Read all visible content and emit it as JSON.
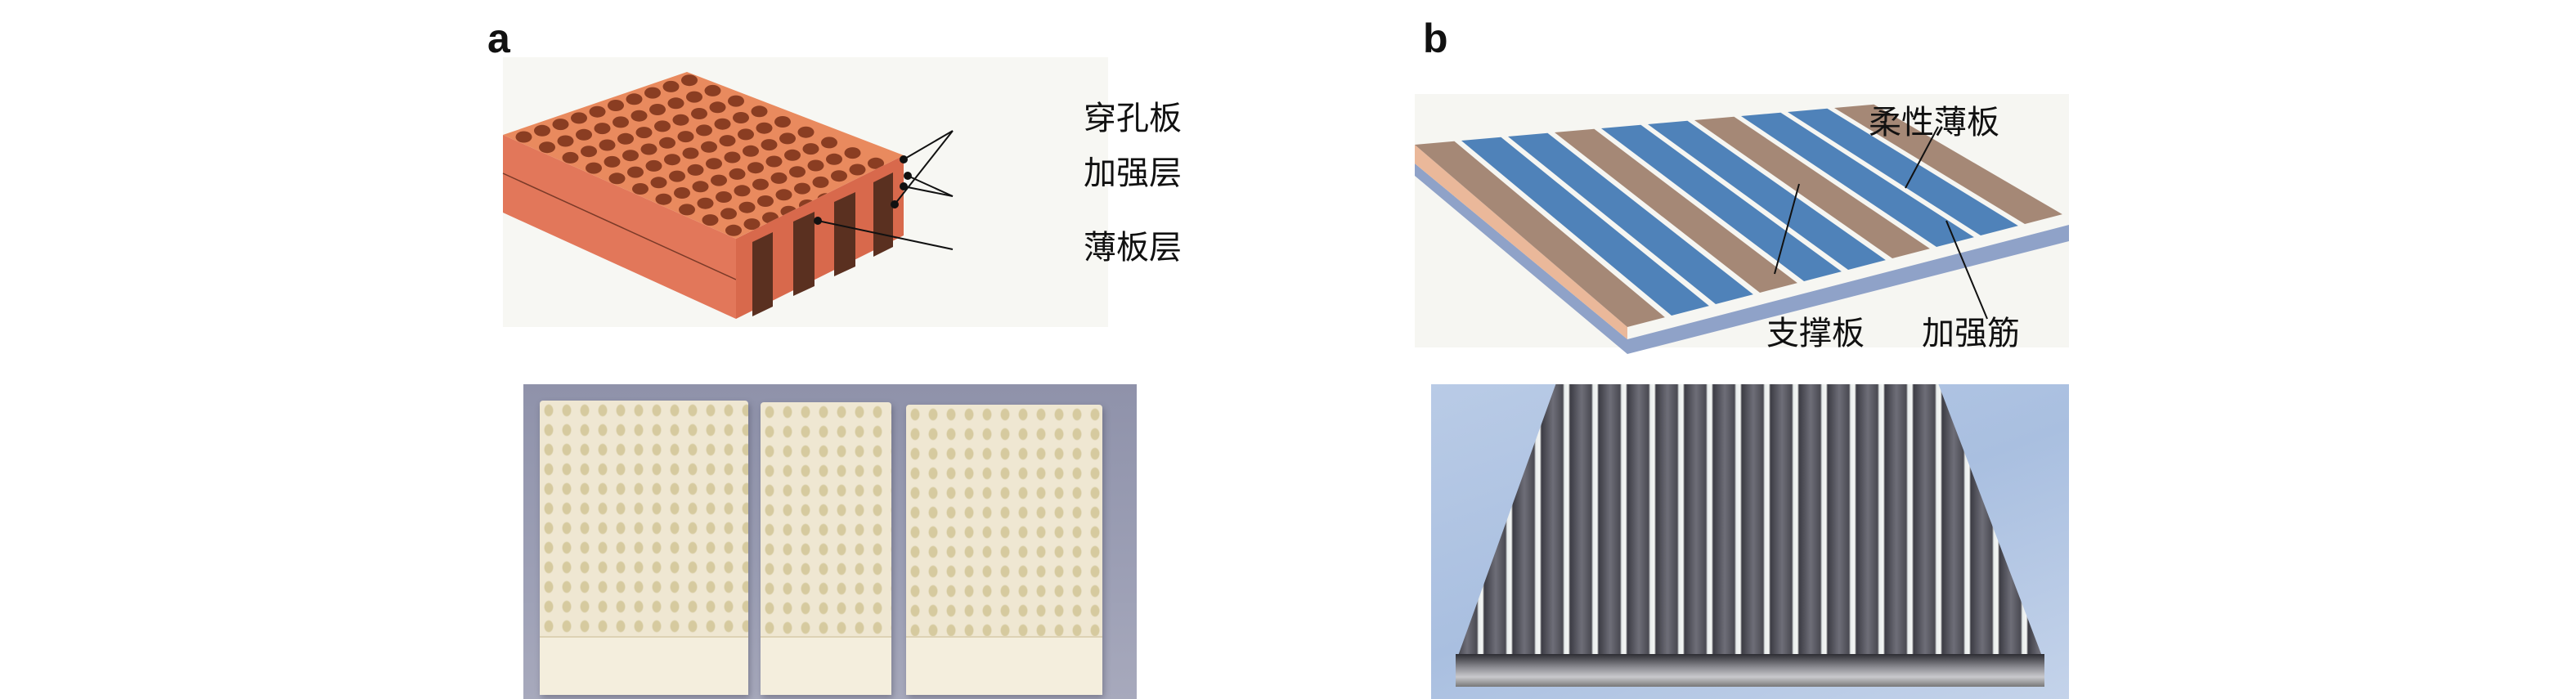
{
  "panels": [
    {
      "letter": "a",
      "diagram_labels": [
        "穿孔板",
        "加强层",
        "薄板层"
      ],
      "colors": {
        "block": "#e0795a",
        "photo_background": "#9c9fb5",
        "sample": "#efe7d2"
      }
    },
    {
      "letter": "b",
      "diagram_labels": [
        "柔性薄板",
        "支撑板",
        "加强筋"
      ],
      "colors": {
        "sheet": "#4f82b9",
        "rib": "#a58876",
        "photo_background": "#b0c4e2"
      }
    }
  ]
}
